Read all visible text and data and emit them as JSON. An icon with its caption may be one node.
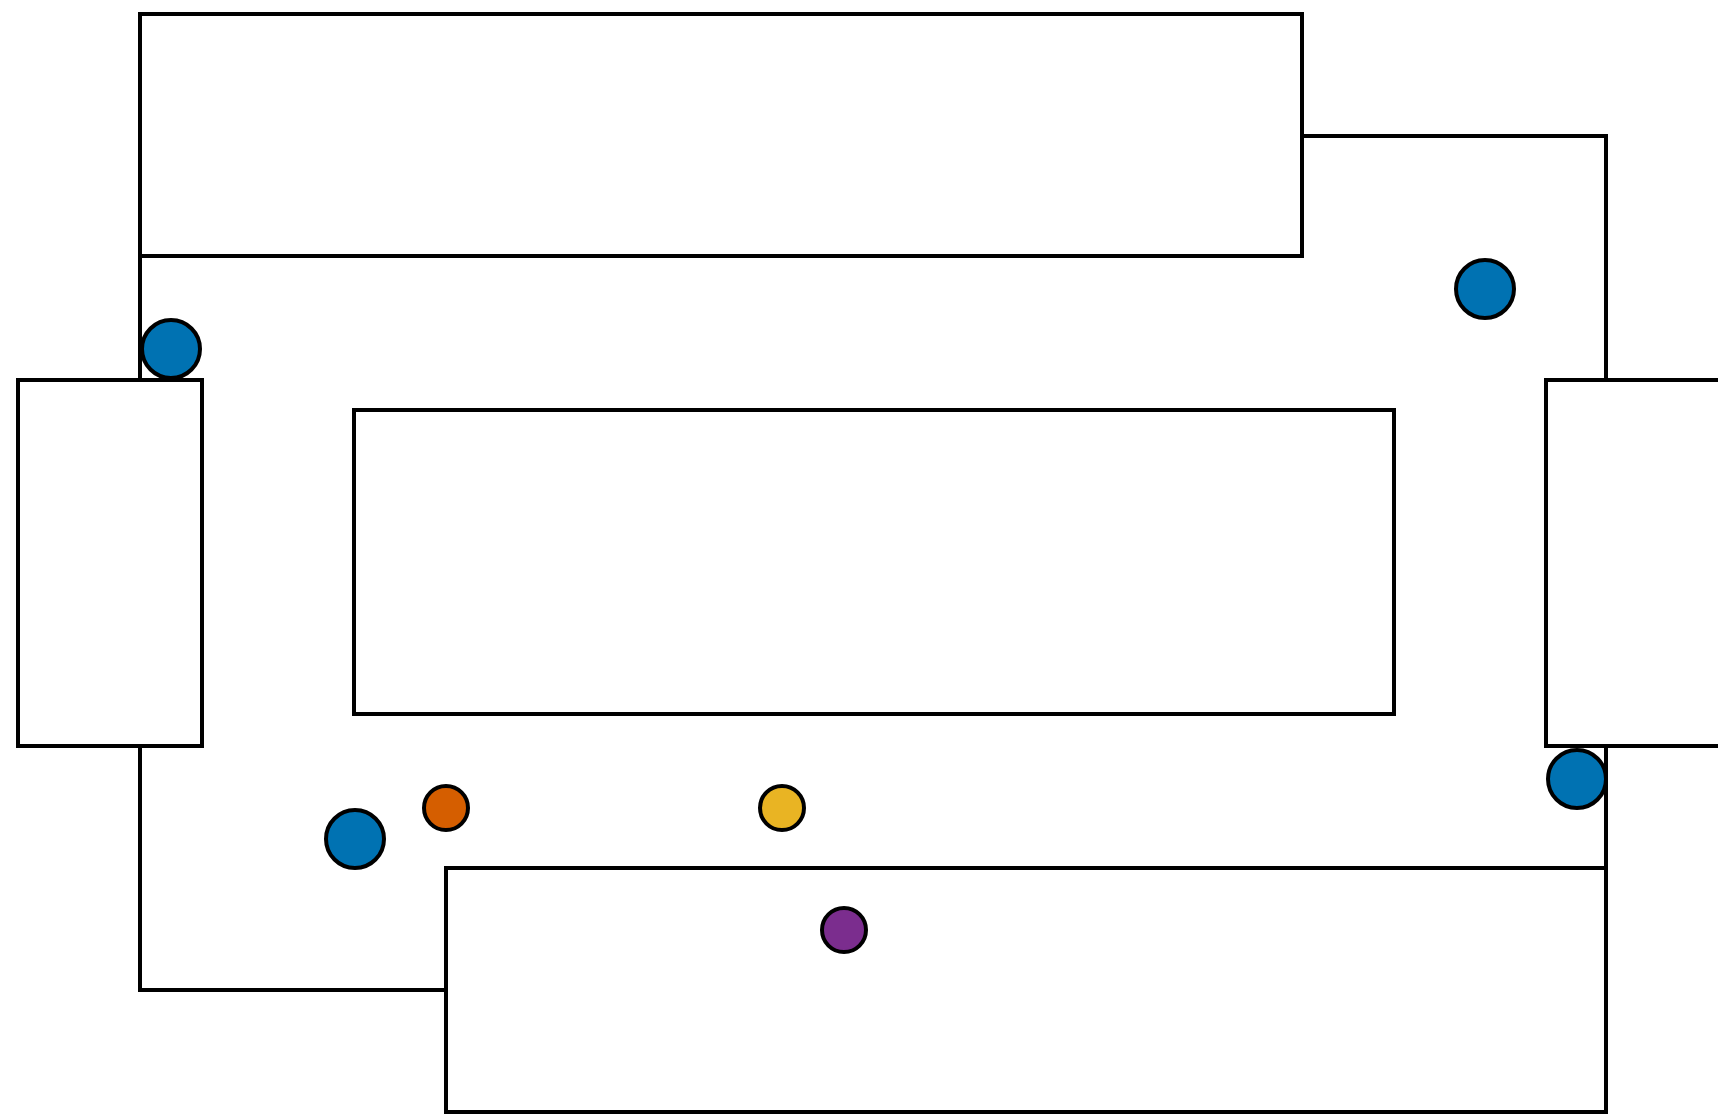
{
  "diagram": {
    "nodes": [
      {
        "text": [],
        "shape": "box"
      },
      {
        "text": [],
        "shape": "box"
      },
      {
        "text": [],
        "shape": "circle",
        "in": 1
      },
      {
        "text": [],
        "shape": "circle",
        "in": 1
      },
      {
        "text": [],
        "shape": "box"
      },
      {
        "text": [],
        "shape": "box",
        "in": 1
      },
      {
        "text": [],
        "shape": "box"
      },
      {
        "text": [],
        "shape": "circle",
        "in": 1
      },
      {
        "text": [],
        "shape": "circle",
        "in": 1
      },
      {
        "text": [],
        "shape": "circle",
        "in": 1
      },
      {
        "text": [],
        "shape": "circle",
        "in": 1
      },
      {
        "text": [],
        "shape": "box"
      },
      {
        "text": [],
        "shape": "circle"
      }
    ],
    "edges": []
  }
}
